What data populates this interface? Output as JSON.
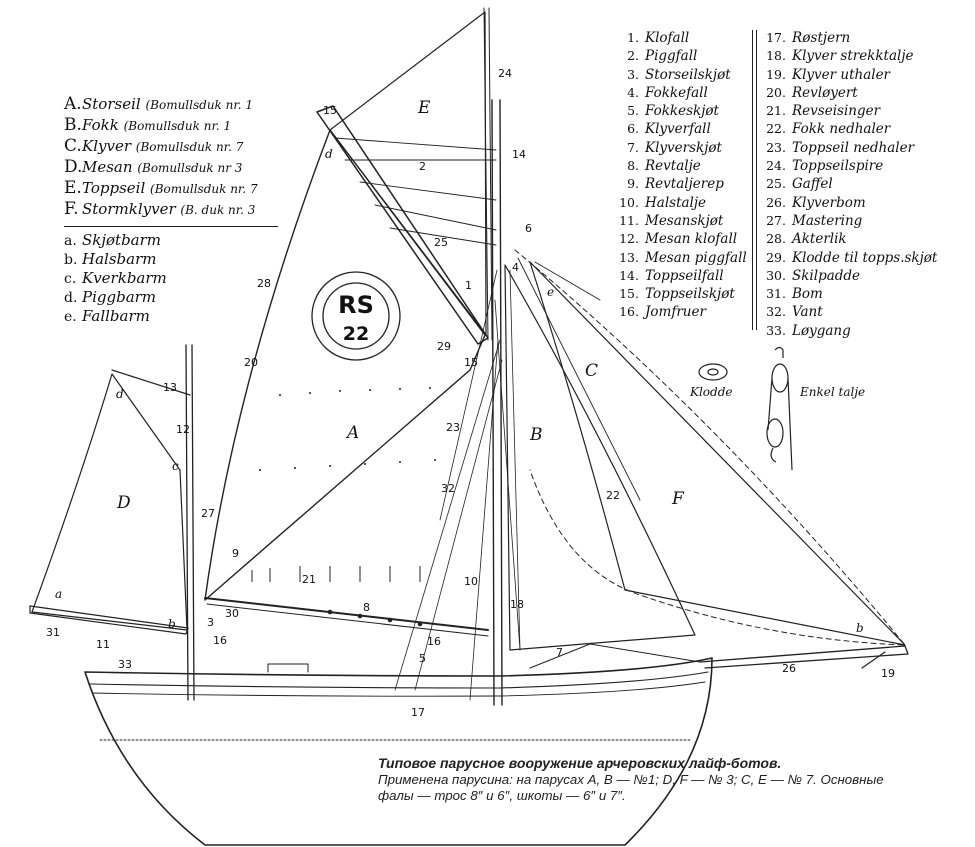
{
  "legend_sails": [
    {
      "code": "A.",
      "name": "Storseil",
      "note": "(Bomullsduk nr. 1"
    },
    {
      "code": "B.",
      "name": "Fokk",
      "note": "(Bomullsduk nr. 1"
    },
    {
      "code": "C.",
      "name": "Klyver",
      "note": "(Bomullsduk nr. 7"
    },
    {
      "code": "D.",
      "name": "Mesan",
      "note": "(Bomullsduk nr 3"
    },
    {
      "code": "E.",
      "name": "Toppseil",
      "note": "(Bomullsduk nr. 7"
    },
    {
      "code": "F.",
      "name": "Stormklyver",
      "note": "(B. duk nr. 3"
    }
  ],
  "legend_barm": [
    {
      "code": "a.",
      "name": "Skjøtbarm"
    },
    {
      "code": "b.",
      "name": "Halsbarm"
    },
    {
      "code": "c.",
      "name": "Kverkbarm"
    },
    {
      "code": "d.",
      "name": "Piggbarm"
    },
    {
      "code": "e.",
      "name": "Fallbarm"
    }
  ],
  "legend_parts_1": [
    {
      "num": "1.",
      "name": "Klofall"
    },
    {
      "num": "2.",
      "name": "Piggfall"
    },
    {
      "num": "3.",
      "name": "Storseilskjøt"
    },
    {
      "num": "4.",
      "name": "Fokkefall"
    },
    {
      "num": "5.",
      "name": "Fokkeskjøt"
    },
    {
      "num": "6.",
      "name": "Klyverfall"
    },
    {
      "num": "7.",
      "name": "Klyverskjøt"
    },
    {
      "num": "8.",
      "name": "Revtalje"
    },
    {
      "num": "9.",
      "name": "Revtaljerep"
    },
    {
      "num": "10.",
      "name": "Halstalje"
    },
    {
      "num": "11.",
      "name": "Mesanskjøt"
    },
    {
      "num": "12.",
      "name": "Mesan klofall"
    },
    {
      "num": "13.",
      "name": "Mesan piggfall"
    },
    {
      "num": "14.",
      "name": "Toppseilfall"
    },
    {
      "num": "15.",
      "name": "Toppseilskjøt"
    },
    {
      "num": "16.",
      "name": "Jomfruer"
    }
  ],
  "legend_parts_2": [
    {
      "num": "17.",
      "name": "Røstjern"
    },
    {
      "num": "18.",
      "name": "Klyver strekktalje"
    },
    {
      "num": "19.",
      "name": "Klyver uthaler"
    },
    {
      "num": "20.",
      "name": "Revløyert"
    },
    {
      "num": "21.",
      "name": "Revseisinger"
    },
    {
      "num": "22.",
      "name": "Fokk nedhaler"
    },
    {
      "num": "23.",
      "name": "Toppseil nedhaler"
    },
    {
      "num": "24.",
      "name": "Toppseilspire"
    },
    {
      "num": "25.",
      "name": "Gaffel"
    },
    {
      "num": "26.",
      "name": "Klyverbom"
    },
    {
      "num": "27.",
      "name": "Mastering"
    },
    {
      "num": "28.",
      "name": "Akterlik"
    },
    {
      "num": "29.",
      "name": "Klodde til topps.skjøt"
    },
    {
      "num": "30.",
      "name": "Skilpadde"
    },
    {
      "num": "31.",
      "name": "Bom"
    },
    {
      "num": "32.",
      "name": "Vant"
    },
    {
      "num": "33.",
      "name": "Løygang"
    }
  ],
  "drawing": {
    "sail_letters": {
      "A": "A",
      "B": "B",
      "C": "C",
      "D": "D",
      "E": "E",
      "F": "F"
    },
    "barm_letters": {
      "a": "a",
      "b": "b",
      "c": "c",
      "d": "d",
      "e": "e"
    },
    "sail_mark_top": "RS",
    "sail_mark_bottom": "22",
    "klodde_label": "Klodde",
    "talje_label": "Enkel talje",
    "callouts": {
      "n1": "1",
      "n2": "2",
      "n3": "3",
      "n4": "4",
      "n5": "5",
      "n6": "6",
      "n7": "7",
      "n8": "8",
      "n9": "9",
      "n10": "10",
      "n11": "11",
      "n12": "12",
      "n13": "13",
      "n14": "14",
      "n15": "15",
      "n16": "16",
      "n17": "17",
      "n18": "18",
      "n19": "19",
      "n20": "20",
      "n21": "21",
      "n22": "22",
      "n23": "23",
      "n24": "24",
      "n25": "25",
      "n26": "26",
      "n27": "27",
      "n28": "28",
      "n29": "29",
      "n30": "30",
      "n31": "31",
      "n32": "32",
      "n33": "33"
    }
  },
  "caption": {
    "title": "Типовое парусное вооружение арчеровских лайф-ботов.",
    "line1": "Применена парусина: на парусах А, В — №1; D, F — № 3; С, Е — № 7. Основные",
    "line2": "фалы — трос 8″ и 6″, шкоты — 6″ и 7″."
  }
}
